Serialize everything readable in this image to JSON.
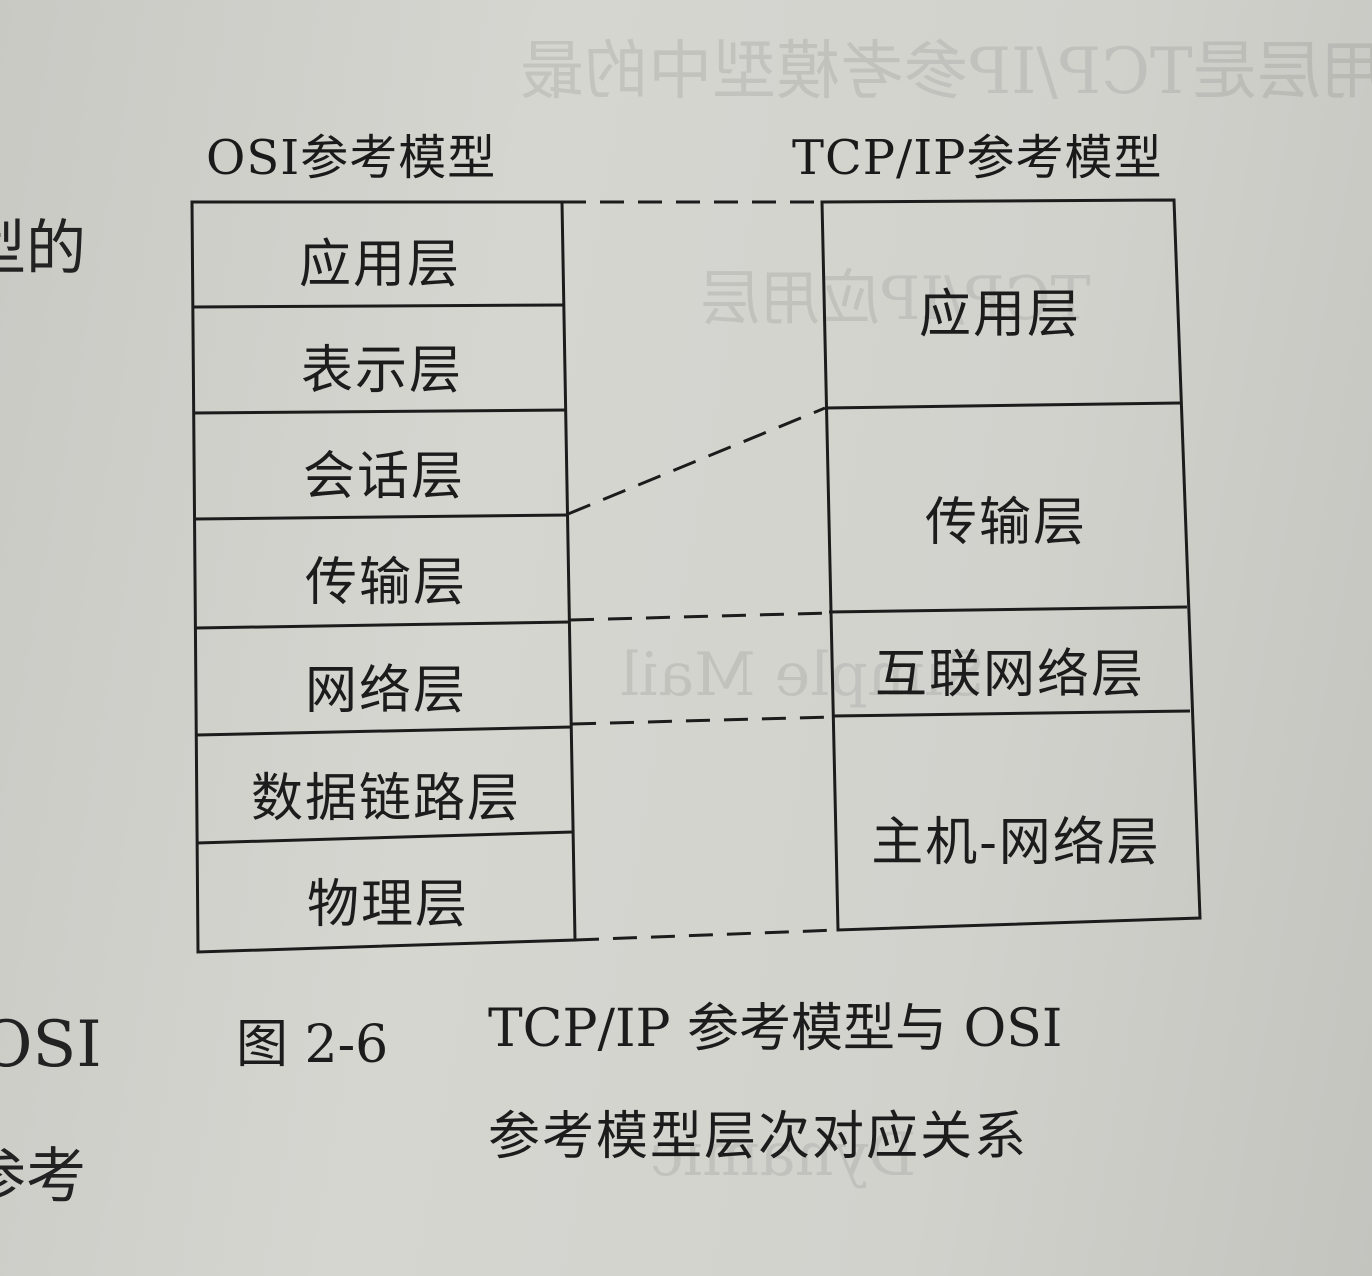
{
  "headings": {
    "osi": "OSI参考模型",
    "tcpip": "TCP/IP参考模型"
  },
  "osi_layers": [
    "应用层",
    "表示层",
    "会话层",
    "传输层",
    "网络层",
    "数据链路层",
    "物理层"
  ],
  "tcpip_layers": [
    "应用层",
    "传输层",
    "互联网络层",
    "主机-网络层"
  ],
  "caption": {
    "label": "图 2-6",
    "line1": "TCP/IP 参考模型与 OSI",
    "line2": "参考模型层次对应关系"
  },
  "edge_text": {
    "left_top": "型的",
    "left_mid": "OSI",
    "left_bottom": "参考"
  },
  "colors": {
    "paper": "#d2d2cd",
    "ink": "#1c1c1c"
  }
}
